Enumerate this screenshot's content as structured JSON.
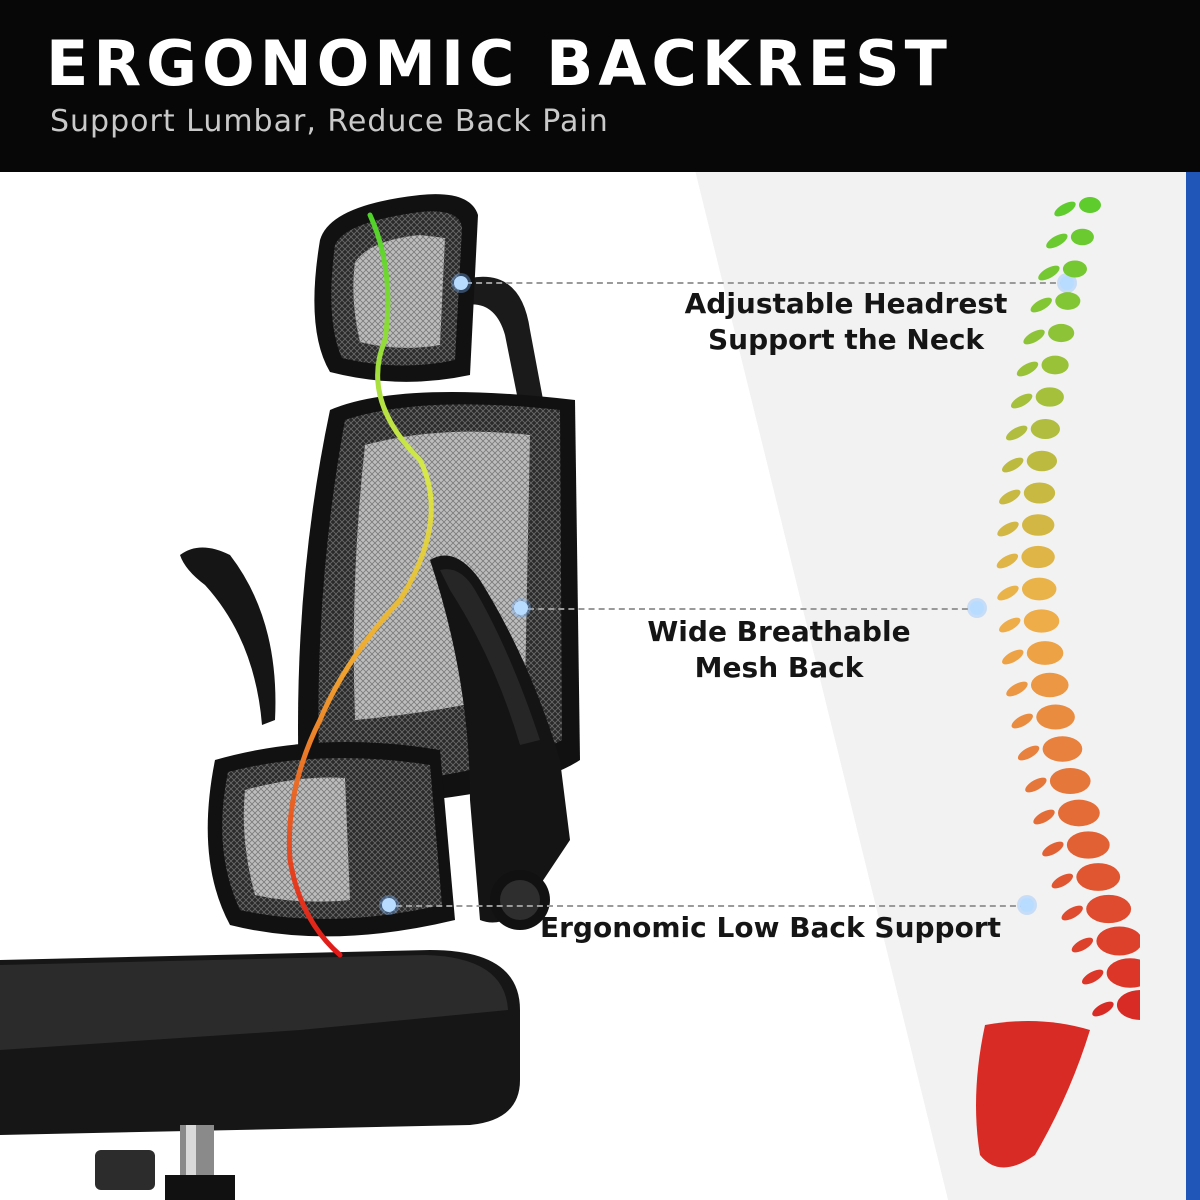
{
  "header": {
    "title": "ERGONOMIC BACKREST",
    "subtitle": "Support Lumbar, Reduce Back Pain"
  },
  "callouts": [
    {
      "line1": "Adjustable Headrest",
      "line2": "Support the Neck"
    },
    {
      "line1": "Wide Breathable",
      "line2": "Mesh Back"
    },
    {
      "line1": "Ergonomic Low Back Support"
    }
  ],
  "colors": {
    "header_bg": "#070707",
    "accent_blue": "#1f56b8",
    "spine_top": "#5fcc2e",
    "spine_mid": "#f0b24a",
    "spine_bottom": "#d92b25"
  }
}
